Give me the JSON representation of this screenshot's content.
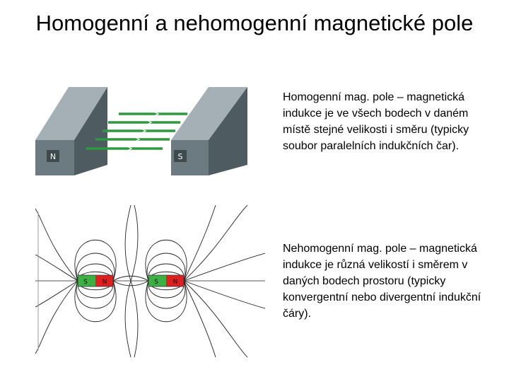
{
  "title": "Homogenní a nehomogenní magnetické pole",
  "homogeneous": {
    "description": "Homogenní mag. pole – magnetická indukce je ve všech bodech v daném místě stejné velikosti i směru (typicky soubor paralelních indukčních čar).",
    "magnet_left_label": "N",
    "magnet_right_label": "S",
    "field_line_color": "#2e9a3e",
    "magnet_color": "#5f6f75"
  },
  "inhomogeneous": {
    "description": "Nehomogenní mag. pole – magnetická indukce je různá velikostí i směrem v daných bodech prostoru (typicky konvergentní nebo divergentní indukční čáry).",
    "magnet1": {
      "s_label": "S",
      "n_label": "N"
    },
    "magnet2": {
      "s_label": "S",
      "n_label": "N"
    },
    "s_color": "#3cb043",
    "n_color": "#e02020"
  }
}
